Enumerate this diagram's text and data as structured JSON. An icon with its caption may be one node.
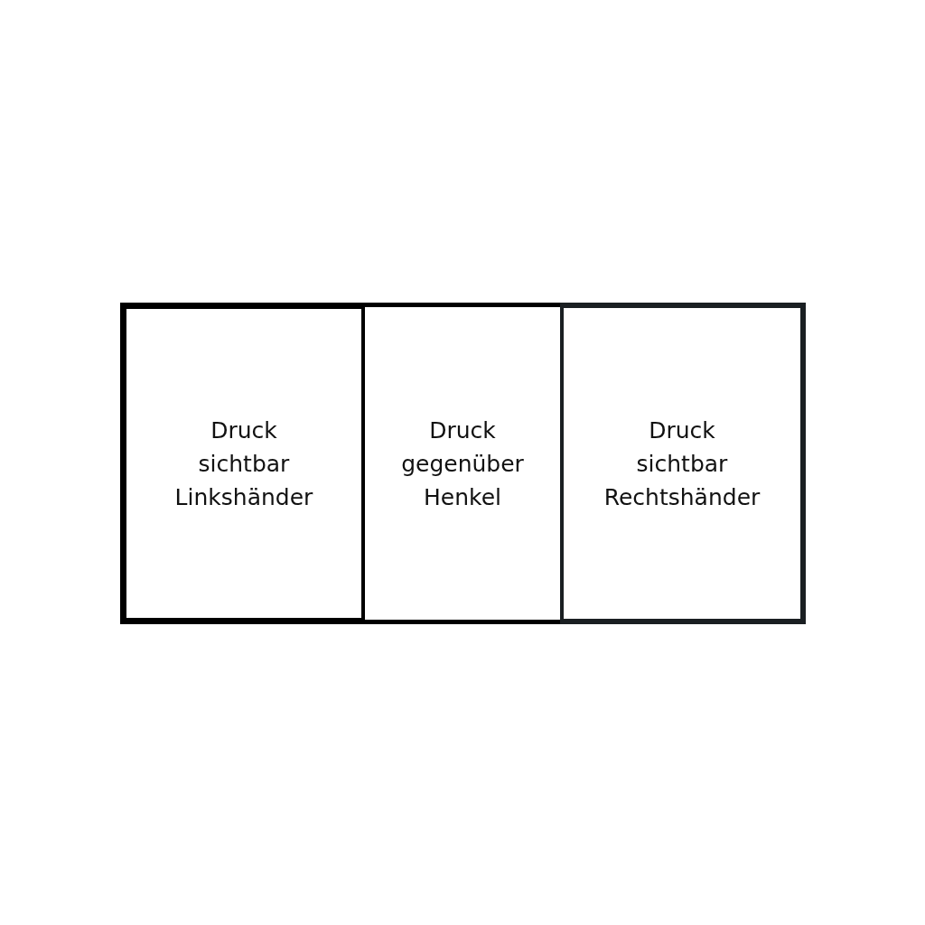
{
  "diagram": {
    "nodes": [
      {
        "text": [
          "Druck sichtbar Linkshänder"
        ]
      },
      {
        "text": [
          "Druck gegenüber Henkel"
        ]
      },
      {
        "text": [
          "Druck sichtbar Rechtshänder"
        ]
      }
    ]
  }
}
